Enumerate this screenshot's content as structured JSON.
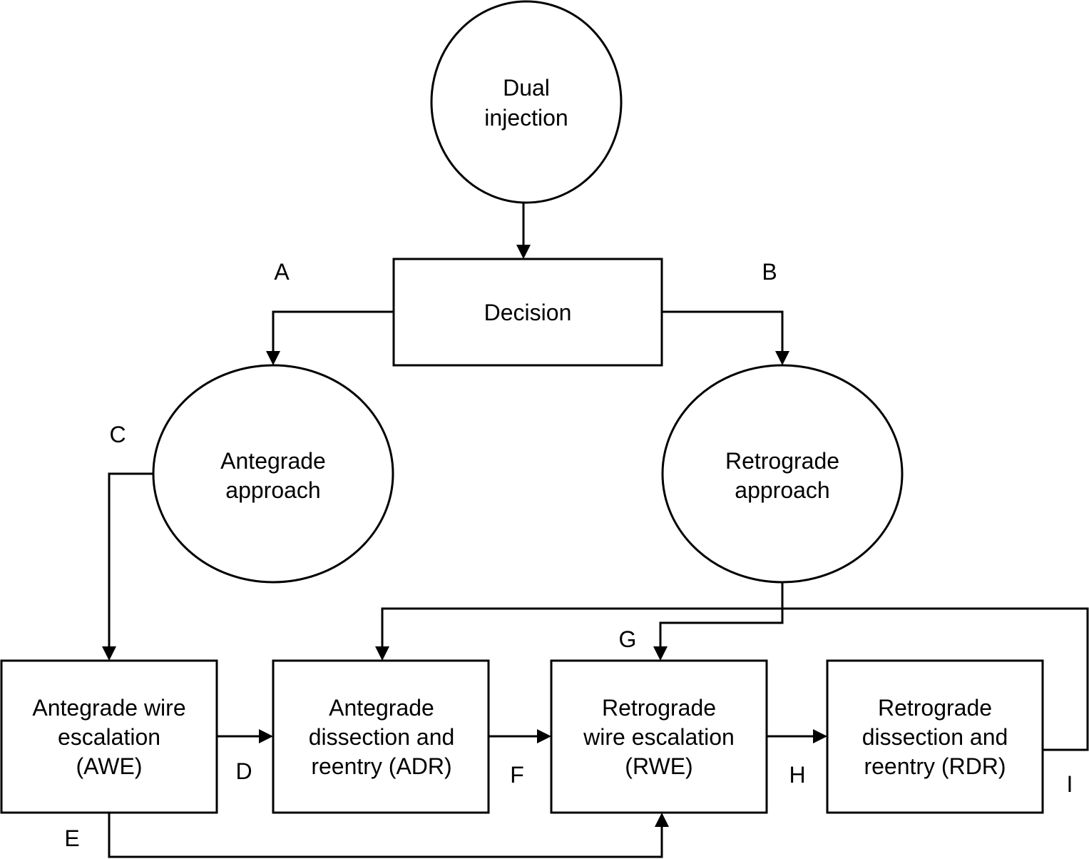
{
  "nodes": {
    "dual_injection": {
      "lines": [
        "Dual",
        "injection"
      ]
    },
    "decision": {
      "lines": [
        "Decision"
      ]
    },
    "antegrade_approach": {
      "lines": [
        "Antegrade",
        "approach"
      ]
    },
    "retrograde_approach": {
      "lines": [
        "Retrograde",
        "approach"
      ]
    },
    "awe": {
      "lines": [
        "Antegrade wire",
        "escalation",
        "(AWE)"
      ]
    },
    "adr": {
      "lines": [
        "Antegrade",
        "dissection and",
        "reentry (ADR)"
      ]
    },
    "rwe": {
      "lines": [
        "Retrograde",
        "wire escalation",
        "(RWE)"
      ]
    },
    "rdr": {
      "lines": [
        "Retrograde",
        "dissection and",
        "reentry (RDR)"
      ]
    }
  },
  "edge_labels": {
    "A": "A",
    "B": "B",
    "C": "C",
    "D": "D",
    "E": "E",
    "F": "F",
    "G": "G",
    "H": "H",
    "I": "I"
  },
  "colors": {
    "stroke": "#000000",
    "fill": "#ffffff",
    "text": "#000000"
  }
}
